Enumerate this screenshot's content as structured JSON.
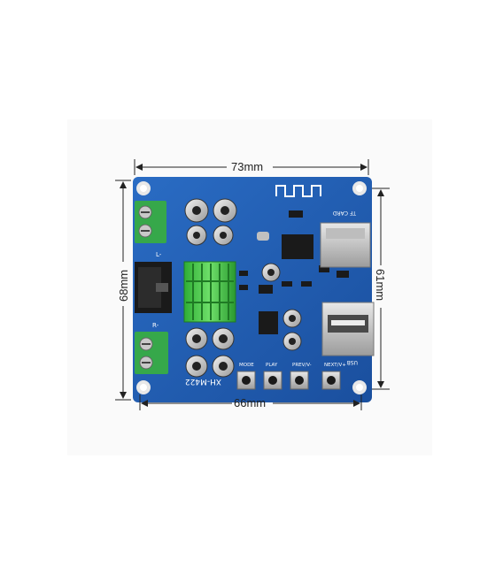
{
  "dimensions": {
    "top_width": "73mm",
    "left_height": "68mm",
    "right_height": "61mm",
    "bottom_width": "66mm"
  },
  "board": {
    "model": "XH-M422",
    "tf_card_label": "TF CARD",
    "usb_label": "USB",
    "left_channel_label": "L-",
    "right_channel_label": "R-",
    "buttons": [
      {
        "label": "MODE"
      },
      {
        "label": "PLAY"
      },
      {
        "label": "PREV/V-"
      },
      {
        "label": "NEXT/V+"
      }
    ]
  },
  "colors": {
    "pcb": "#1f5fb8",
    "terminal": "#36a84a",
    "heatsink": "#3fbf3f",
    "dimension_line": "#222222"
  }
}
